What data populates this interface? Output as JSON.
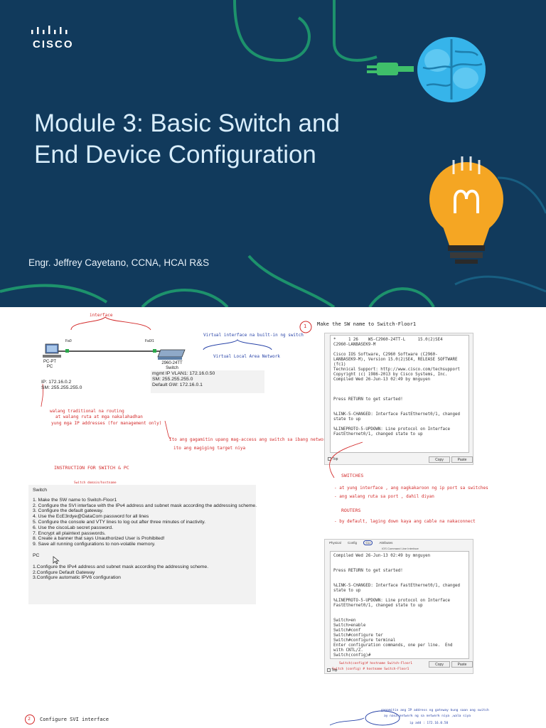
{
  "slide1": {
    "logo": "CISCO",
    "title_line1": "Module 3: Basic Switch and",
    "title_line2": "End Device Configuration",
    "author": "Engr. Jeffrey Cayetano, CCNA, HCAI R&S"
  },
  "topology": {
    "note_interface": "interface",
    "pc_port": "Fa0",
    "sw_port": "Fa0/1",
    "pc_label1": "PC-PT",
    "pc_label2": "PC",
    "sw_label1": "2960-24TT",
    "sw_label2": "Switch",
    "pc_ip": "IP: 172.16.0.2",
    "pc_sm": "SM: 255.255.255.0",
    "sw_mgmt": "mgmt IP VLAN1: 172.16.0.50",
    "sw_sm": "SM: 255.255.255.0",
    "sw_gw": "Default GW: 172.16.0.1",
    "note_virtual1": "Virtual interface na built-in ng switch",
    "note_virtual2": "Virtual Local Area Network",
    "note_pc1": "walang traditional na routing",
    "note_pc2": "at walang ruta at mga nakalahadhan",
    "note_pc3": "yung mga IP addresses (for management only)",
    "note_gw1": "Ito ang gagamitin upang mag-access ang switch sa ibang network,",
    "note_gw2": "ito ang magiging target niya"
  },
  "instruction": {
    "heading": "INSTRUCTION FOR SWITCH & PC",
    "small_note": "Switch domain/hostname",
    "switch_title": "Switch",
    "switch_items": [
      "1. Make the SW name to Switch-Floor1",
      "2. Configure the SVI interface with the IPv4 address and subnet mask according the addressing scheme.",
      "3. Configure the default gateway.",
      "4. Use the EcE3rdye@DataCom password for all lines",
      "5. Configure the console and VTY lines to log out after three minutes of inactivity.",
      "6. Use the ciscoLab secret password.",
      "7. Encrypt all plaintext passwords.",
      "8. Create a banner that says Unauthorized User is Prohibited!",
      "9. Save all running configurations to non-volatile memory."
    ],
    "pc_title": "PC",
    "pc_items": [
      "1.Configure the IPv4 address and subnet mask according the addressing scheme.",
      "2.Configure Default Gateway",
      "3.Configure automatic IPV6 configuration"
    ]
  },
  "step1": {
    "number": "1",
    "heading": "Make the SW name to Switch-Floor1",
    "terminal1": "*     1 26    WS-C2960-24TT-L     15.0(2)SE4\nC2960-LANBASEK9-M\n\nCisco IOS Software, C2960 Software (C2960-\nLANBASEK9-M), Version 15.0(2)SE4, RELEASE SOFTWARE\n(fc1)\nTechnical Support: http://www.cisco.com/techsupport\nCopyright (c) 1986-2013 by Cisco Systems, Inc.\nCompiled Wed 26-Jun-13 02:49 by mnguyen\n\n\n\nPress RETURN to get started!\n\n\n%LINK-5-CHANGED: Interface FastEthernet0/1, changed\nstate to up\n\n%LINEPROTO-5-UPDOWN: Line protocol on Interface\nFastEthernet0/1, changed state to up",
    "copy": "Copy",
    "paste": "Paste",
    "top": "Top",
    "note_switches": "SWITCHES",
    "note_sw1": "- at yung interface , ang nagkakaroon ng ip port sa switches",
    "note_sw2": "- ang walang ruta sa port , dahil diyan",
    "note_routers": "ROUTERS",
    "note_rt1": "- by default, laging down kaya ang cable na nakaconnect"
  },
  "terminal2": {
    "tabs": [
      "Physical",
      "Config",
      "CLI",
      "Attributes"
    ],
    "title": "IOS Command Line Interface",
    "text": "Compiled Wed 26-Jun-13 02:49 by mnguyen\n\n\nPress RETURN to get started!\n\n\n%LINK-5-CHANGED: Interface FastEthernet0/1, changed\nstate to up\n\n%LINEPROTO-5-UPDOWN: Line protocol on Interface\nFastEthernet0/1, changed state to up\n\n\nSwitch>en\nSwitch>enable\nSwitch#conf\nSwitch#configure ter\nSwitch#configure terminal\nEnter configuration commands, one per line.  End\nwith CNTL/Z.\nSwitch(config)#",
    "copy": "Copy",
    "paste": "Paste",
    "top": "Top",
    "note_bottom1": "Switch(config)# hostname Switch-Floor1",
    "note_bottom2": "Switch (config) # hostname Switch-Floor1"
  },
  "step2": {
    "number": "2",
    "heading": "Configure SVI interface",
    "note1": "gagamitin ang IP address ng gateway kung saan ang switch",
    "note2": "ay nasa network ng sa network niya ,wala siya",
    "note3": "ip add : 172.16.0.50"
  }
}
